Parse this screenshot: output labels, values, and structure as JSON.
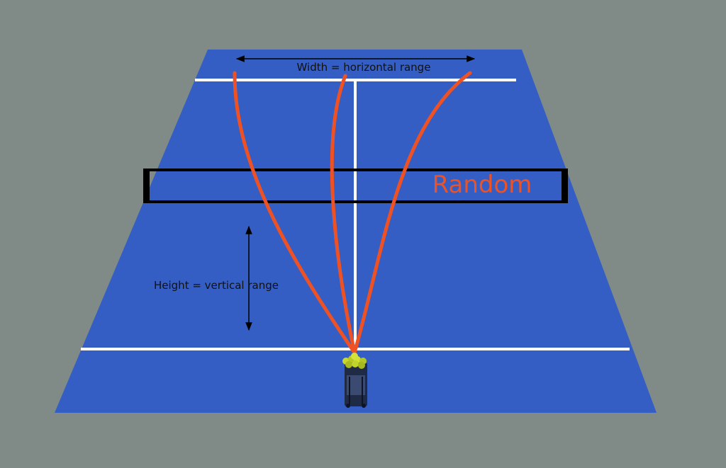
{
  "labels": {
    "width_label": "Width = horizontal range",
    "height_label": "Height = vertical range",
    "mode_label": "Random"
  },
  "colors": {
    "background": "#808a87",
    "court": "#345ec4",
    "lines": "#ffffff",
    "net": "#000000",
    "trajectory": "#ee5224",
    "mode_label": "#ee5224",
    "arrow": "#000000"
  },
  "icons": {
    "machine": "ball-machine-icon",
    "arrow_horizontal": "double-arrow-horizontal-icon",
    "arrow_vertical": "double-arrow-vertical-icon"
  }
}
